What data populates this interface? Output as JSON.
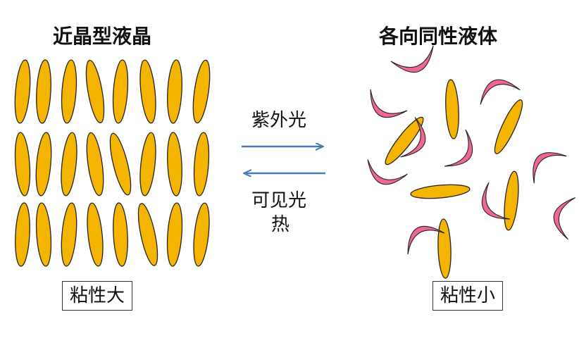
{
  "left": {
    "title": "近晶型液晶",
    "viscosity_label": "粘性大"
  },
  "right": {
    "title": "各向同性液体",
    "viscosity_label": "粘性小"
  },
  "forward": {
    "label": "紫外光"
  },
  "reverse": {
    "label_line1": "可见光",
    "label_line2": "热"
  },
  "colors": {
    "rod_fill": "#f5b400",
    "rod_stroke": "#222222",
    "crescent_fill": "#f06890",
    "arrow": "#4a78b8"
  }
}
